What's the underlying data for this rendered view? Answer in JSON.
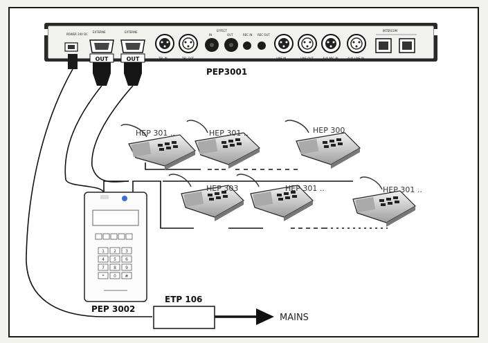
{
  "rack": {
    "name": "PEP3001",
    "port_labels": [
      "POWER 24V DC",
      "EXTERNE",
      "EXTERNE",
      "TEL IN",
      "TEL OUT",
      "EFFECT",
      "IN",
      "OUT",
      "REC IN",
      "REC OUT",
      "LINE IN",
      "LINE OUT",
      "AUX MIC IN",
      "AUX LINE IN",
      "INTERCOM"
    ],
    "out_labels": [
      "OUT",
      "OUT"
    ]
  },
  "units": [
    {
      "label": "HEP 301 .."
    },
    {
      "label": "HEP 301 .."
    },
    {
      "label": "HEP 300"
    },
    {
      "label": "HEP 303"
    },
    {
      "label": "HEP 301 .."
    },
    {
      "label": "HEP 301 .."
    }
  ],
  "controller": {
    "name": "PEP 3002",
    "keypad": [
      "1",
      "2",
      "3",
      "4",
      "5",
      "6",
      "7",
      "8",
      "9",
      "*",
      "0",
      "#"
    ]
  },
  "power_box": {
    "name": "ETP 106"
  },
  "mains": {
    "label": "MAINS"
  }
}
